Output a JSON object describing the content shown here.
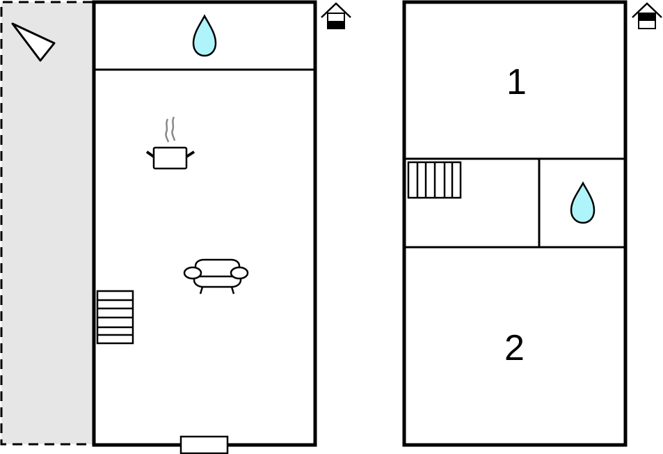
{
  "floorplan": {
    "ground_floor": {
      "label": "ground-floor",
      "terrace_color": "#e6e6e6",
      "icons": [
        "compass-arrow-icon",
        "bathroom-water-drop-icon",
        "kitchen-pot-icon",
        "sofa-icon",
        "staircase-icon",
        "entrance-door",
        "floor-ground-house-icon"
      ]
    },
    "first_floor": {
      "label": "first-floor",
      "rooms": [
        {
          "id": "bedroom-1",
          "label": "1"
        },
        {
          "id": "bedroom-2",
          "label": "2"
        }
      ],
      "icons": [
        "staircase-icon",
        "bathroom-water-drop-icon",
        "floor-upper-house-icon"
      ]
    },
    "colors": {
      "wall": "#000000",
      "water": "#aef4fa",
      "steam": "#888888",
      "terrace": "#e6e6e6"
    }
  }
}
